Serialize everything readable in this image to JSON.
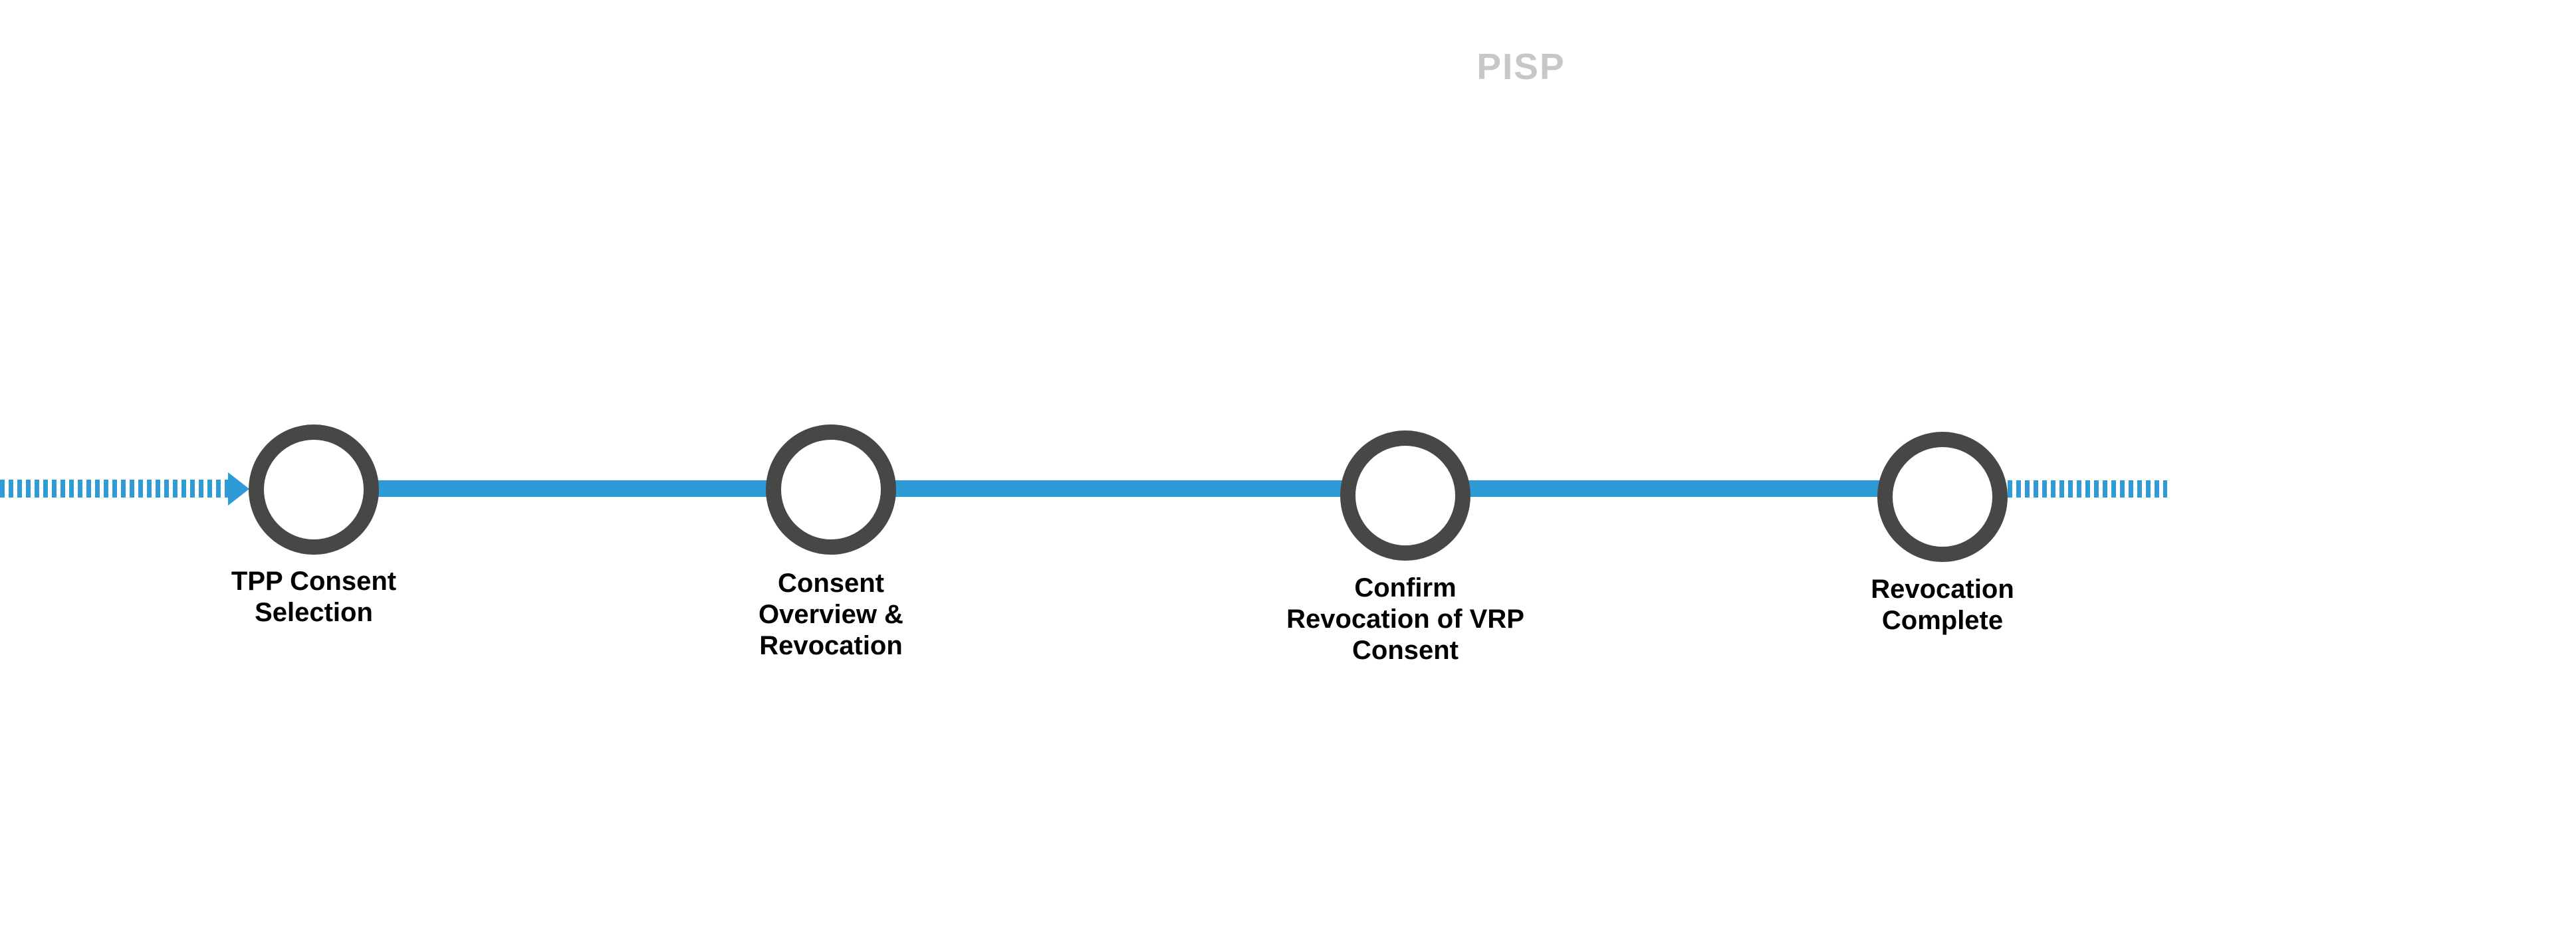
{
  "page": {
    "background": "#ffffff"
  },
  "colors": {
    "flow_blue": "#2e9ad6",
    "node_ring": "#474747",
    "label_text": "#000000",
    "lane_label_gray": "#c7c7c7"
  },
  "header": {
    "lane_label": "PISP"
  },
  "timeline": {
    "direction": "left-to-right",
    "incoming_connector_style": "dashed-with-arrow",
    "outgoing_connector_style": "dashed",
    "steps": [
      {
        "label": "TPP Consent\nSelection"
      },
      {
        "label": "Consent\nOverview &\nRevocation"
      },
      {
        "label": "Confirm\nRevocation of VRP\nConsent"
      },
      {
        "label": "Revocation\nComplete"
      }
    ]
  }
}
